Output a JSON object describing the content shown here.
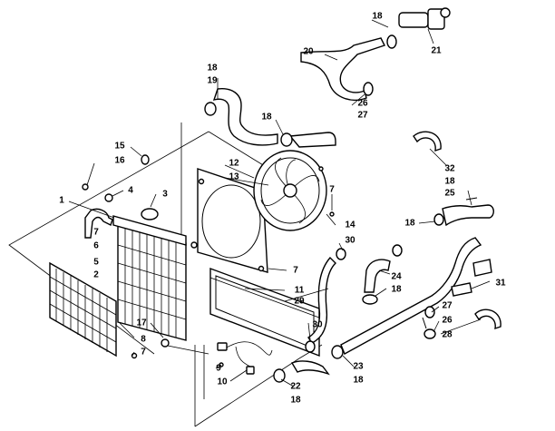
{
  "callouts": [
    {
      "id": "c18a",
      "label": "18"
    },
    {
      "id": "c21",
      "label": "21"
    },
    {
      "id": "c20",
      "label": "20"
    },
    {
      "id": "c26a",
      "label": "26"
    },
    {
      "id": "c27a",
      "label": "27"
    },
    {
      "id": "c18b",
      "label": "18"
    },
    {
      "id": "c19",
      "label": "19"
    },
    {
      "id": "c18c",
      "label": "18"
    },
    {
      "id": "c15",
      "label": "15"
    },
    {
      "id": "c16",
      "label": "16"
    },
    {
      "id": "c12",
      "label": "12"
    },
    {
      "id": "c13",
      "label": "13"
    },
    {
      "id": "c1",
      "label": "1"
    },
    {
      "id": "c4",
      "label": "4"
    },
    {
      "id": "c3",
      "label": "3"
    },
    {
      "id": "c7a",
      "label": "7"
    },
    {
      "id": "c7b",
      "label": "7"
    },
    {
      "id": "c6",
      "label": "6"
    },
    {
      "id": "c5",
      "label": "5"
    },
    {
      "id": "c2",
      "label": "2"
    },
    {
      "id": "c14",
      "label": "14"
    },
    {
      "id": "c7c",
      "label": "7"
    },
    {
      "id": "c30a",
      "label": "30"
    },
    {
      "id": "c11",
      "label": "11"
    },
    {
      "id": "c29",
      "label": "29"
    },
    {
      "id": "c17",
      "label": "17"
    },
    {
      "id": "c8",
      "label": "8"
    },
    {
      "id": "c7d",
      "label": "7"
    },
    {
      "id": "c30b",
      "label": "30"
    },
    {
      "id": "c9",
      "label": "9"
    },
    {
      "id": "c10",
      "label": "10"
    },
    {
      "id": "c22",
      "label": "22"
    },
    {
      "id": "c18d",
      "label": "18"
    },
    {
      "id": "c23",
      "label": "23"
    },
    {
      "id": "c18e",
      "label": "18"
    },
    {
      "id": "c32",
      "label": "32"
    },
    {
      "id": "c18f",
      "label": "18"
    },
    {
      "id": "c25",
      "label": "25"
    },
    {
      "id": "c18g",
      "label": "18"
    },
    {
      "id": "c24",
      "label": "24"
    },
    {
      "id": "c18h",
      "label": "18"
    },
    {
      "id": "c31",
      "label": "31"
    },
    {
      "id": "c27b",
      "label": "27"
    },
    {
      "id": "c26b",
      "label": "26"
    },
    {
      "id": "c28",
      "label": "28"
    }
  ]
}
